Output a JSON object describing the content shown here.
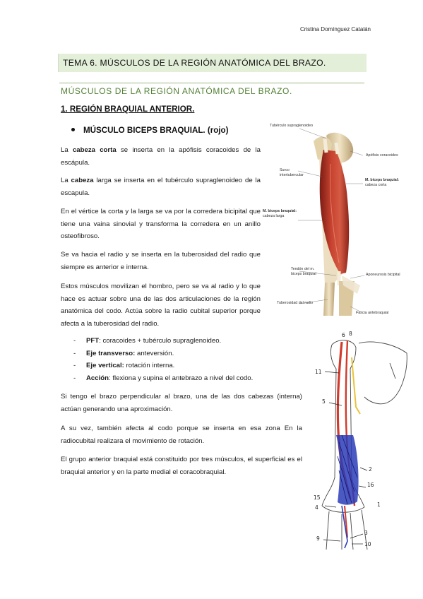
{
  "header": {
    "author": "Cristina Domínguez Catalán"
  },
  "title": "TEMA 6. MÚSCULOS DE LA REGIÓN ANATÓMICA DEL BRAZO.",
  "subtitle": "MÚSCULOS DE LA REGIÓN ANATÓMICA DEL BRAZO.",
  "section": "1. REGIÓN BRAQUIAL ANTERIOR.",
  "muscle_heading": "MÚSCULO BICEPS BRAQUIAL. (rojo)",
  "p1": {
    "bold": "cabeza corta",
    "pre": "La ",
    "post": " se inserta en la apófisis coracoides de la escápula."
  },
  "p2": {
    "pre": "La ",
    "bold": "cabeza",
    "post": " larga se inserta en el tubérculo supraglenoideo de la escapula."
  },
  "p3": "En el vértice la corta y la larga se va por la corredera bicipital que tiene una vaina sinovial y transforma la corredera en un anillo osteofibroso.",
  "p4": "Se va hacia el radio y se inserta en la tuberosidad del radio que siempre es anterior e interna.",
  "p5": "Estos músculos movilizan el hombro, pero se va al radio y lo que hace es actuar sobre una de las dos articulaciones de la región anatómica del codo. Actúa sobre la radio cubital superior porque afecta a la tuberosidad del radio.",
  "list": [
    {
      "bold": "PFT",
      "text": ": coracoides + tubérculo supraglenoideo."
    },
    {
      "bold": "Eje transverso:",
      "text": " anteversión."
    },
    {
      "bold": "Eje vertical:",
      "text": " rotación interna."
    },
    {
      "bold": "Acción",
      "text": ": flexiona y supina el antebrazo a nivel del codo."
    }
  ],
  "p6": "Si tengo el brazo perpendicular al brazo, una de las dos cabezas (interna) actúan generando una aproximación.",
  "p7": "A su vez, también afecta al codo porque se inserta en esa zona En la radiocubital realizara el movimiento de rotación.",
  "p8": "El grupo anterior braquial está constituido por tres músculos, el superficial es el braquial anterior y en la parte medial el coracobraquial.",
  "figure1": {
    "labels": {
      "tub_supra": "Tubérculo supraglenoideo",
      "apof_cor": "Apófisis coracoides",
      "surco_1": "Surco",
      "surco_2": "intertubercular",
      "biceps_corta_1": "M. biceps braquial:",
      "biceps_corta_2": "cabeza corta",
      "biceps_larga_1": "M. biceps braquial:",
      "biceps_larga_2": "cabeza larga",
      "tendon_1": "Tendón del m.",
      "tendon_2": "biceps braquial",
      "aponeurosis": "Aponeurosis bicipital",
      "tuberosidad": "Tuberosidad del radio",
      "fascia": "Fascia antebraquial"
    }
  },
  "figure2": {
    "numbers": [
      "6",
      "8",
      "11",
      "5",
      "2",
      "16",
      "15",
      "4",
      "1",
      "9",
      "3",
      "10"
    ]
  },
  "colors": {
    "title_bg": "#e3efd9",
    "subtitle": "#538135",
    "muscle_red": "#c0392b",
    "drawing_blue": "#2433a8"
  }
}
